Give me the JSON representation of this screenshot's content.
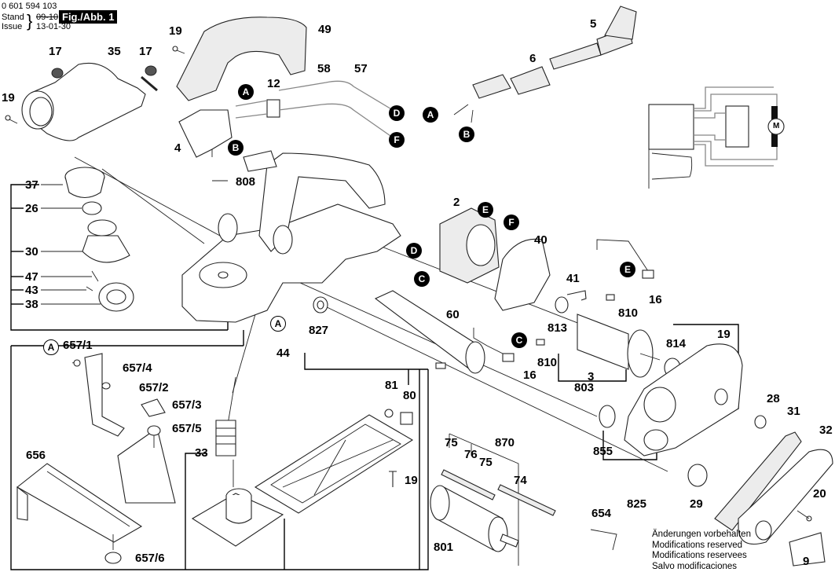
{
  "header": {
    "doc_number": "0 601 594 103",
    "stand_label": "Stand",
    "issue_label": "Issue",
    "old_date": "09-10",
    "new_date": "13-01-30",
    "figure_label": "Fig./Abb. 1"
  },
  "callouts": {
    "A": "A",
    "B": "B",
    "C": "C",
    "D": "D",
    "E": "E",
    "F": "F"
  },
  "parts": {
    "p2": "2",
    "p3": "3",
    "p4": "4",
    "p5": "5",
    "p6": "6",
    "p9": "9",
    "p12": "12",
    "p16a": "16",
    "p16b": "16",
    "p17a": "17",
    "p17b": "17",
    "p19a": "19",
    "p19b": "19",
    "p19c": "19",
    "p19d": "19",
    "p20": "20",
    "p26": "26",
    "p28": "28",
    "p29": "29",
    "p30": "30",
    "p31": "31",
    "p32": "32",
    "p33": "33",
    "p35": "35",
    "p37": "37",
    "p38": "38",
    "p40": "40",
    "p41": "41",
    "p43": "43",
    "p44": "44",
    "p47": "47",
    "p49": "49",
    "p57": "57",
    "p58": "58",
    "p60": "60",
    "p74": "74",
    "p75a": "75",
    "p75b": "75",
    "p76": "76",
    "p80": "80",
    "p81": "81",
    "p654": "654",
    "p656": "656",
    "p657_1": "657/1",
    "p657_2": "657/2",
    "p657_3": "657/3",
    "p657_4": "657/4",
    "p657_5": "657/5",
    "p657_6": "657/6",
    "p801": "801",
    "p803": "803",
    "p808": "808",
    "p810a": "810",
    "p810b": "810",
    "p813": "813",
    "p814": "814",
    "p825": "825",
    "p827": "827",
    "p855": "855",
    "p870": "870"
  },
  "schematic": {
    "motor_label": "M"
  },
  "notes": [
    "Änderungen vorbehalten",
    "Modifications reserved",
    "Modifications reservees",
    "Salvo modificaciones"
  ]
}
